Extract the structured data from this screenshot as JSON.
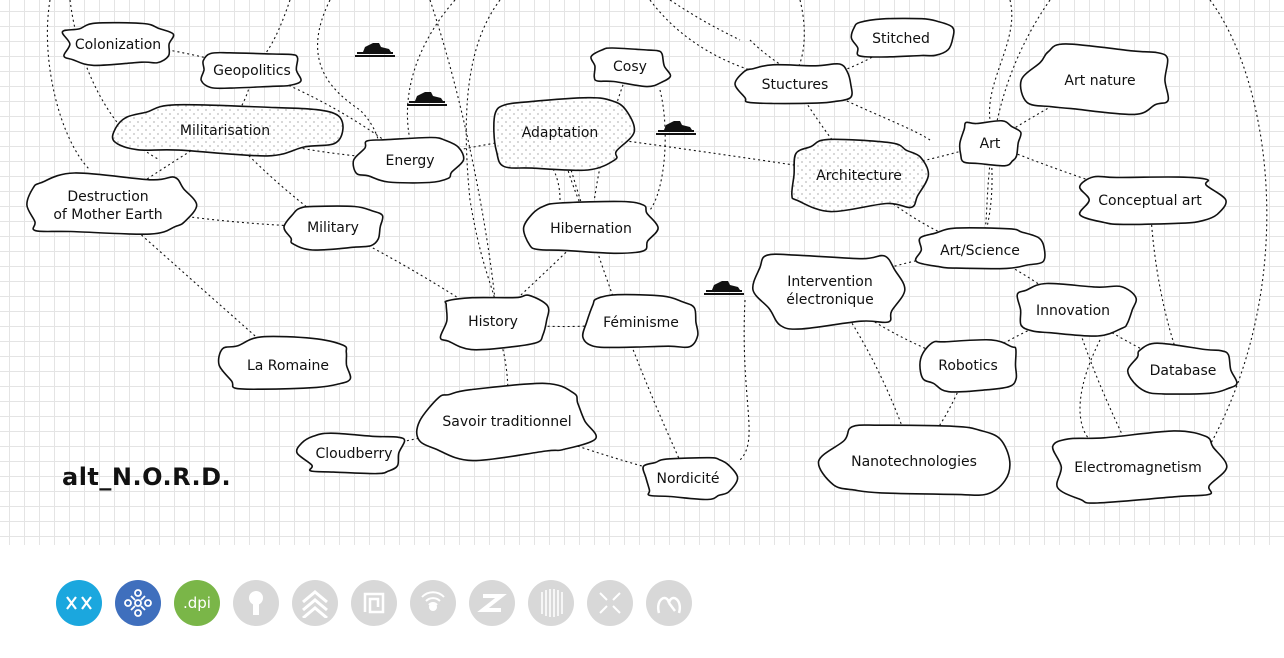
{
  "brand": {
    "name": "alt_N.O.R.D."
  },
  "colors": {
    "ink": "#111111",
    "grid": "#e4e4e4",
    "dots": "#bbbbbb",
    "logo_inactive": "#d8d8d8"
  },
  "nodes": [
    {
      "id": "colonization",
      "label": "Colonization"
    },
    {
      "id": "geopolitics",
      "label": "Geopolitics"
    },
    {
      "id": "militarisation",
      "label": "Militarisation"
    },
    {
      "id": "energy",
      "label": "Energy"
    },
    {
      "id": "destruction",
      "label": [
        "Destruction",
        "of Mother Earth"
      ]
    },
    {
      "id": "military",
      "label": "Military"
    },
    {
      "id": "la_romaine",
      "label": "La Romaine"
    },
    {
      "id": "cosy",
      "label": "Cosy"
    },
    {
      "id": "adaptation",
      "label": "Adaptation"
    },
    {
      "id": "hibernation",
      "label": "Hibernation"
    },
    {
      "id": "history",
      "label": "History"
    },
    {
      "id": "feminisme",
      "label": "Féminisme"
    },
    {
      "id": "savoir",
      "label": "Savoir traditionnel"
    },
    {
      "id": "cloudberry",
      "label": "Cloudberry"
    },
    {
      "id": "nordicite",
      "label": "Nordicité"
    },
    {
      "id": "stitched",
      "label": "Stitched"
    },
    {
      "id": "stuctures",
      "label": "Stuctures"
    },
    {
      "id": "architecture",
      "label": "Architecture"
    },
    {
      "id": "art",
      "label": "Art"
    },
    {
      "id": "art_nature",
      "label": "Art nature"
    },
    {
      "id": "conceptual_art",
      "label": "Conceptual art"
    },
    {
      "id": "art_science",
      "label": "Art/Science"
    },
    {
      "id": "intervention",
      "label": [
        "Intervention",
        "électronique"
      ]
    },
    {
      "id": "innovation",
      "label": "Innovation"
    },
    {
      "id": "robotics",
      "label": "Robotics"
    },
    {
      "id": "database",
      "label": "Database"
    },
    {
      "id": "nanotech",
      "label": "Nanotechnologies"
    },
    {
      "id": "electromagnetism",
      "label": "Electromagnetism"
    }
  ],
  "edges": [
    [
      "colonization",
      "geopolitics"
    ],
    [
      "geopolitics",
      "militarisation"
    ],
    [
      "militarisation",
      "energy"
    ],
    [
      "militarisation",
      "destruction"
    ],
    [
      "militarisation",
      "military"
    ],
    [
      "destruction",
      "military"
    ],
    [
      "destruction",
      "la_romaine"
    ],
    [
      "military",
      "history"
    ],
    [
      "history",
      "feminisme"
    ],
    [
      "history",
      "savoir"
    ],
    [
      "savoir",
      "cloudberry"
    ],
    [
      "savoir",
      "nordicite"
    ],
    [
      "adaptation",
      "hibernation"
    ],
    [
      "adaptation",
      "architecture"
    ],
    [
      "adaptation",
      "nordicite"
    ],
    [
      "hibernation",
      "history"
    ],
    [
      "cosy",
      "hibernation"
    ],
    [
      "stitched",
      "stuctures"
    ],
    [
      "stuctures",
      "architecture"
    ],
    [
      "architecture",
      "art"
    ],
    [
      "architecture",
      "art_science"
    ],
    [
      "art",
      "art_nature"
    ],
    [
      "art",
      "conceptual_art"
    ],
    [
      "art",
      "art_science"
    ],
    [
      "art_science",
      "intervention"
    ],
    [
      "art_science",
      "innovation"
    ],
    [
      "intervention",
      "robotics"
    ],
    [
      "intervention",
      "nanotech"
    ],
    [
      "innovation",
      "robotics"
    ],
    [
      "innovation",
      "database"
    ],
    [
      "innovation",
      "electromagnetism"
    ],
    [
      "robotics",
      "nanotech"
    ],
    [
      "conceptual_art",
      "database"
    ],
    [
      "geopolitics",
      "energy"
    ],
    [
      "energy",
      "adaptation"
    ]
  ],
  "logos": [
    {
      "name": "xx-logo",
      "color": "#1ba7de",
      "active": true
    },
    {
      "name": "network-logo",
      "color": "#3f6fbd",
      "active": true
    },
    {
      "name": "dpi-logo",
      "color": "#7ab648",
      "active": true,
      "text": ".dpi"
    },
    {
      "name": "keyhole-logo",
      "color": "#d8d8d8",
      "active": false
    },
    {
      "name": "chevrons-logo",
      "color": "#d8d8d8",
      "active": false
    },
    {
      "name": "square-spiral-logo",
      "color": "#d8d8d8",
      "active": false
    },
    {
      "name": "signal-logo",
      "color": "#d8d8d8",
      "active": false
    },
    {
      "name": "zigzag-logo",
      "color": "#d8d8d8",
      "active": false
    },
    {
      "name": "stripes-logo",
      "color": "#d8d8d8",
      "active": false
    },
    {
      "name": "cross-logo",
      "color": "#d8d8d8",
      "active": false
    },
    {
      "name": "loop-logo",
      "color": "#d8d8d8",
      "active": false
    }
  ]
}
